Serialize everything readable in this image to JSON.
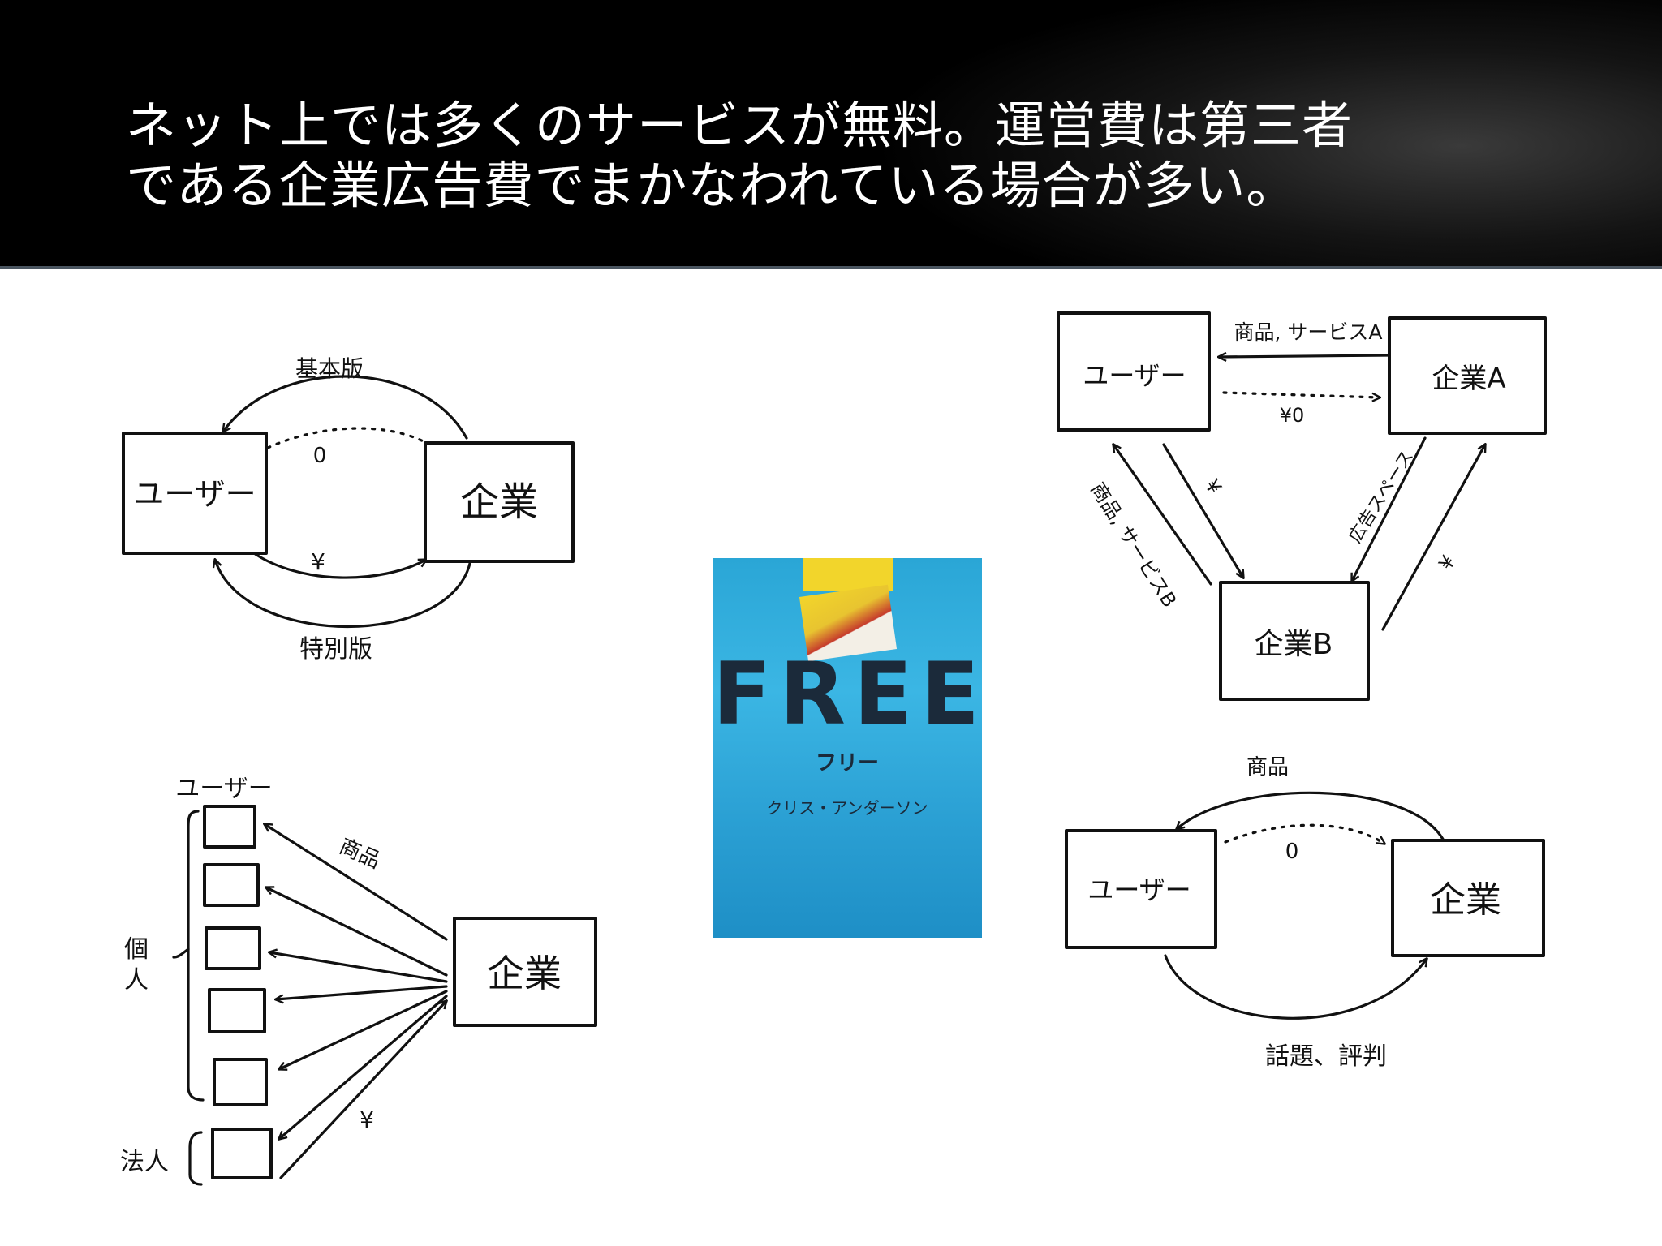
{
  "slide": {
    "title_line1": "ネット上では多くのサービスが無料。運営費は第三者",
    "title_line2": "である企業広告費でまかなわれている場合が多い。"
  },
  "diagram_basic": {
    "user": "ユーザー",
    "company": "企業",
    "top_label": "基本版",
    "dotted_label": "0",
    "yen_label": "¥",
    "bottom_label": "特別版"
  },
  "diagram_triangle": {
    "user": "ユーザー",
    "company_a": "企業A",
    "company_b": "企業B",
    "top_label": "商品, サービスA",
    "dotted_label": "¥0",
    "left_label": "商品, サービスB",
    "yen_label_left": "¥",
    "ad_label": "広告スペース",
    "yen_label_right": "¥"
  },
  "diagram_multi": {
    "users_label": "ユーザー",
    "individual_label": "個人",
    "corporate_label": "法人",
    "company": "企業",
    "product_label": "商品",
    "yen_label": "¥"
  },
  "diagram_buzz": {
    "user": "ユーザー",
    "company": "企業",
    "top_label": "商品",
    "dotted_label": "0",
    "bottom_label": "話題、評判"
  },
  "book": {
    "title": "FREE",
    "subtitle": "フリー",
    "author": "クリス・アンダーソン"
  }
}
